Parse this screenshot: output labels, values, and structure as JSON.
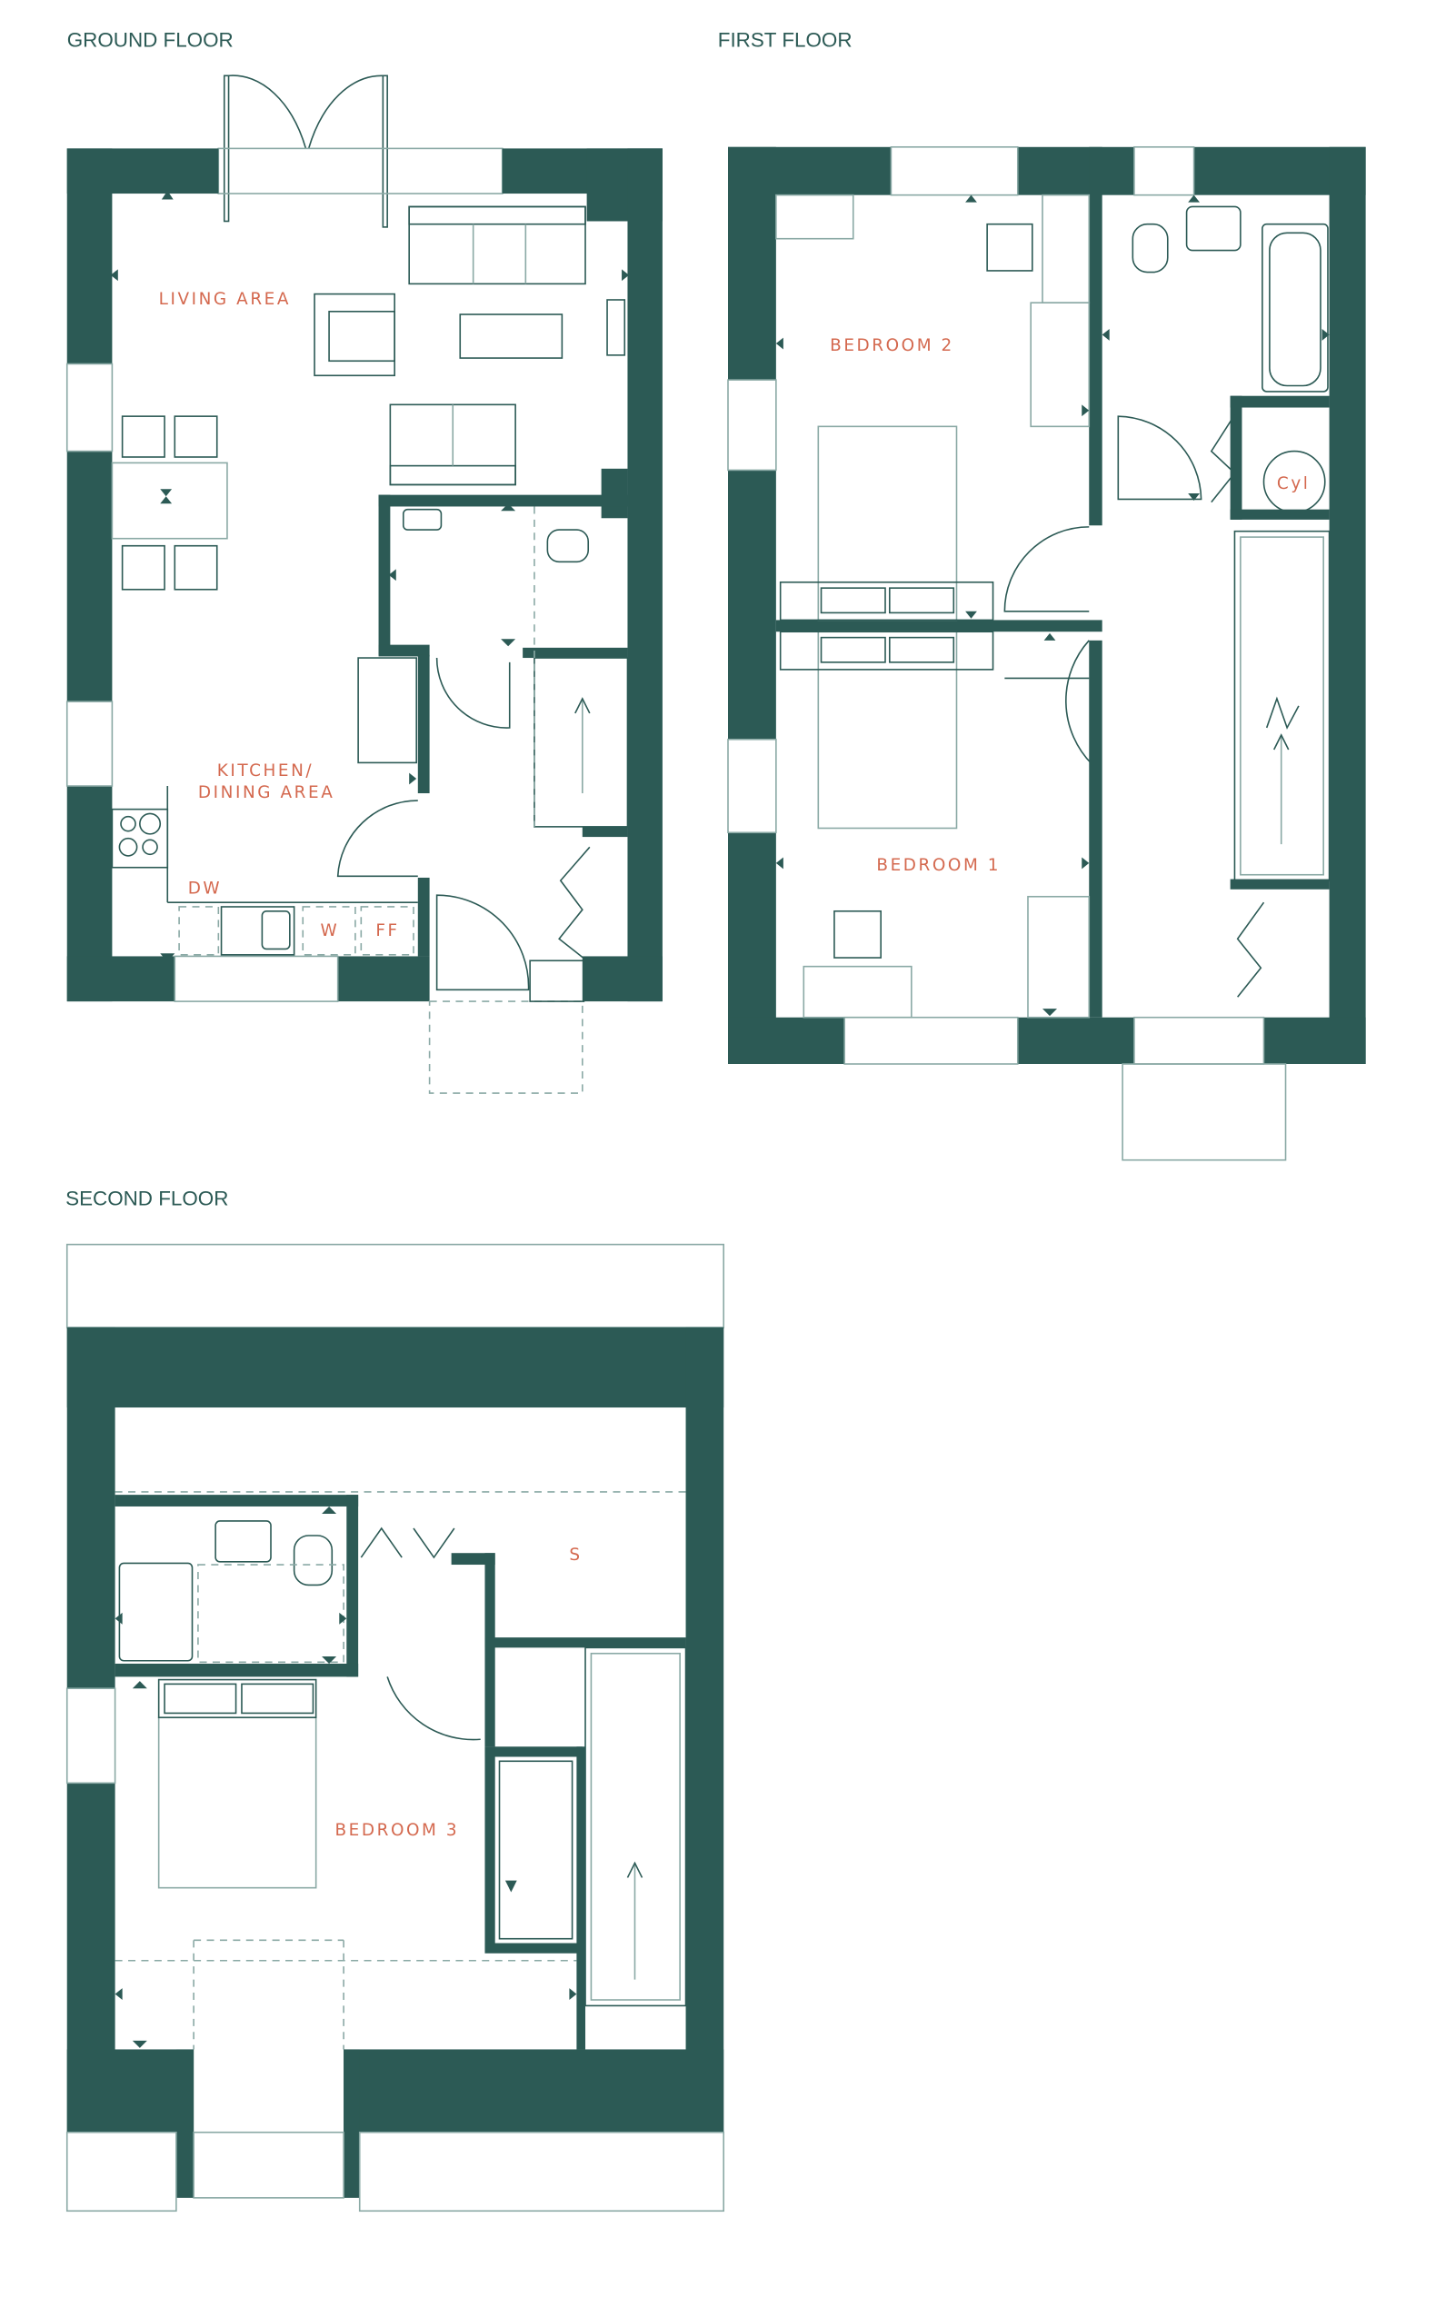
{
  "colors": {
    "wall": "#2c5a55",
    "label": "#d4694f",
    "line": "#8aa9a5"
  },
  "floors": {
    "ground": {
      "title": "GROUND FLOOR",
      "rooms": {
        "living": "LIVING AREA",
        "kitchen_line1": "KITCHEN/",
        "kitchen_line2": "DINING AREA"
      },
      "appliances": {
        "dishwasher": "DW",
        "washer": "W",
        "fridge_freezer": "FF"
      }
    },
    "first": {
      "title": "FIRST FLOOR",
      "rooms": {
        "bedroom2": "BEDROOM 2",
        "bedroom1": "BEDROOM 1"
      },
      "appliances": {
        "cylinder": "Cyl"
      }
    },
    "second": {
      "title": "SECOND FLOOR",
      "rooms": {
        "bedroom3": "BEDROOM 3",
        "storage": "S"
      }
    }
  }
}
